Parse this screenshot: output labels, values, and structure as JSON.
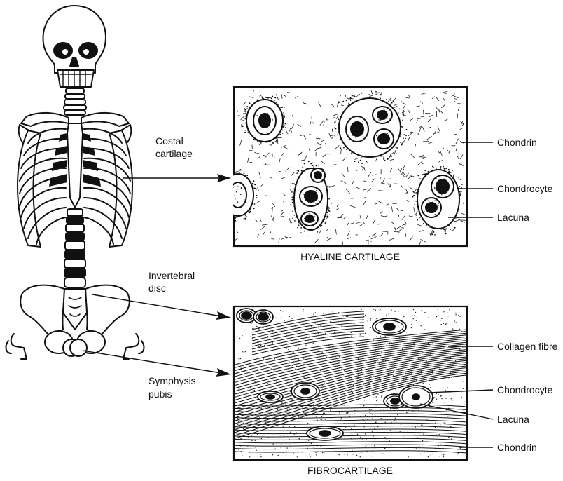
{
  "skeleton_labels": {
    "costal_cartilage_line1": "Costal",
    "costal_cartilage_line2": "cartilage",
    "intervertebral_disc_line1": "Invertebral",
    "intervertebral_disc_line2": "disc",
    "symphysis_pubis_line1": "Symphysis",
    "symphysis_pubis_line2": "pubis"
  },
  "hyaline_panel": {
    "caption": "HYALINE CARTILAGE",
    "labels": [
      "Chondrin",
      "Chondrocyte",
      "Lacuna"
    ]
  },
  "fibro_panel": {
    "caption": "FIBROCARTILAGE",
    "labels": [
      "Collagen fibre",
      "Chondrocyte",
      "Lacuna",
      "Chondrin"
    ]
  }
}
